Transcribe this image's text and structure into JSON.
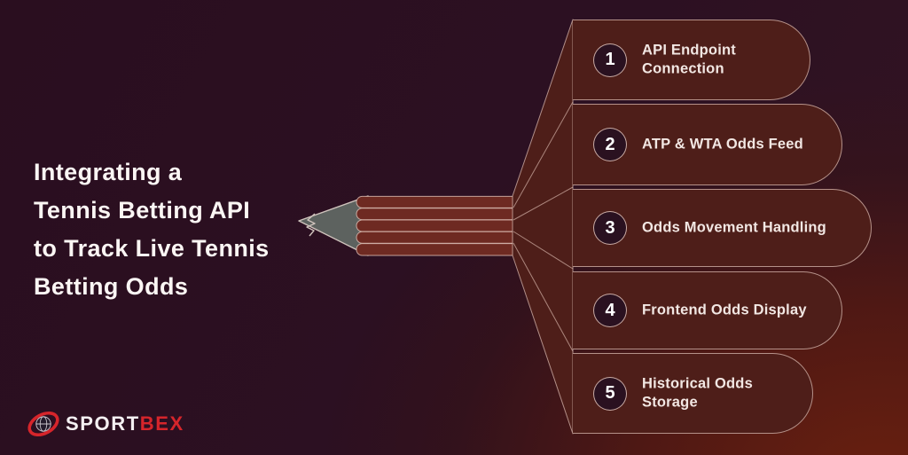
{
  "title": {
    "full_text": "Integrating a Tennis Betting API to Track Live Tennis Betting Odds",
    "lines": [
      "Integrating a",
      "Tennis Betting API",
      "to Track Live Tennis",
      "Betting Odds"
    ]
  },
  "steps": [
    {
      "number": "1",
      "label": "API Endpoint Connection"
    },
    {
      "number": "2",
      "label": "ATP & WTA Odds Feed"
    },
    {
      "number": "3",
      "label": "Odds Movement Handling"
    },
    {
      "number": "4",
      "label": "Frontend Odds Display"
    },
    {
      "number": "5",
      "label": "Historical Odds Storage"
    }
  ],
  "logo": {
    "brand_primary": "SPORT",
    "brand_secondary": "BEX",
    "icon": "sportbex-globe-swoosh-icon"
  },
  "graphic": {
    "motif": "broken-pencil-fanning-into-steps"
  },
  "colors": {
    "background_plum": "#2a0e1f",
    "background_glow_red": "#671f11",
    "card_fill": "#4e1e19",
    "card_border": "#d9bcb2",
    "badge_fill": "#2a1120",
    "label_text": "#f2e7e3",
    "title_text": "#fbf6f4",
    "pencil_body": "#6e2a22",
    "pencil_tip_gray": "#5d625f",
    "brand_red": "#d6252b"
  }
}
